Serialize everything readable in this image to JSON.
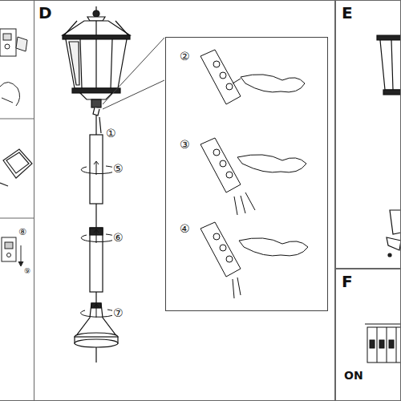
{
  "diagram": {
    "nodes": [
      {
        "text": [
          "D"
        ]
      },
      {
        "text": [
          "②",
          "③",
          "④"
        ],
        "in": 0
      },
      {
        "text": [
          "E"
        ]
      },
      {
        "text": [
          "F",
          "ON"
        ]
      }
    ],
    "labels": [
      "①",
      "⑤",
      "⑥",
      "⑦",
      "⑧",
      "⑨"
    ]
  }
}
